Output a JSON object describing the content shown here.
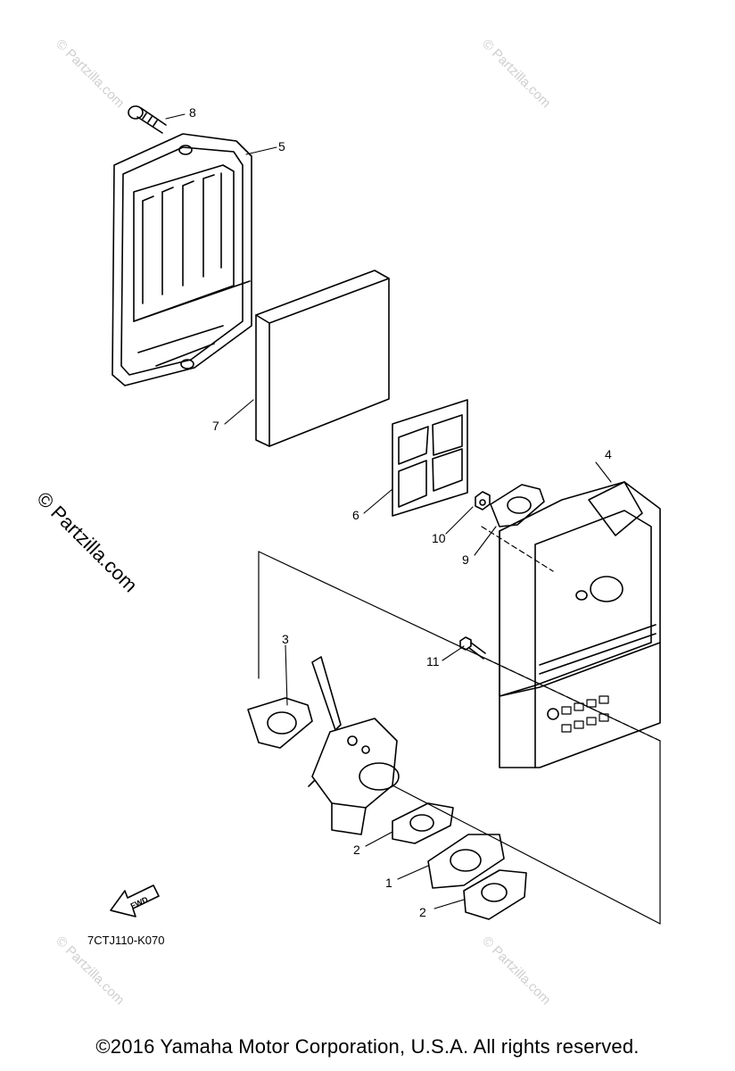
{
  "watermarks": {
    "small": "© Partzilla.com",
    "large": "© Partzilla.com"
  },
  "callouts": {
    "c1": "1",
    "c2a": "2",
    "c2b": "2",
    "c3": "3",
    "c4": "4",
    "c5": "5",
    "c6": "6",
    "c7": "7",
    "c8": "8",
    "c9": "9",
    "c10": "10",
    "c11": "11"
  },
  "fwd_label": "FWD",
  "diagram_code": "7CTJ110-K070",
  "copyright": "©2016  Yamaha Motor Corporation, U.S.A. All rights reserved."
}
